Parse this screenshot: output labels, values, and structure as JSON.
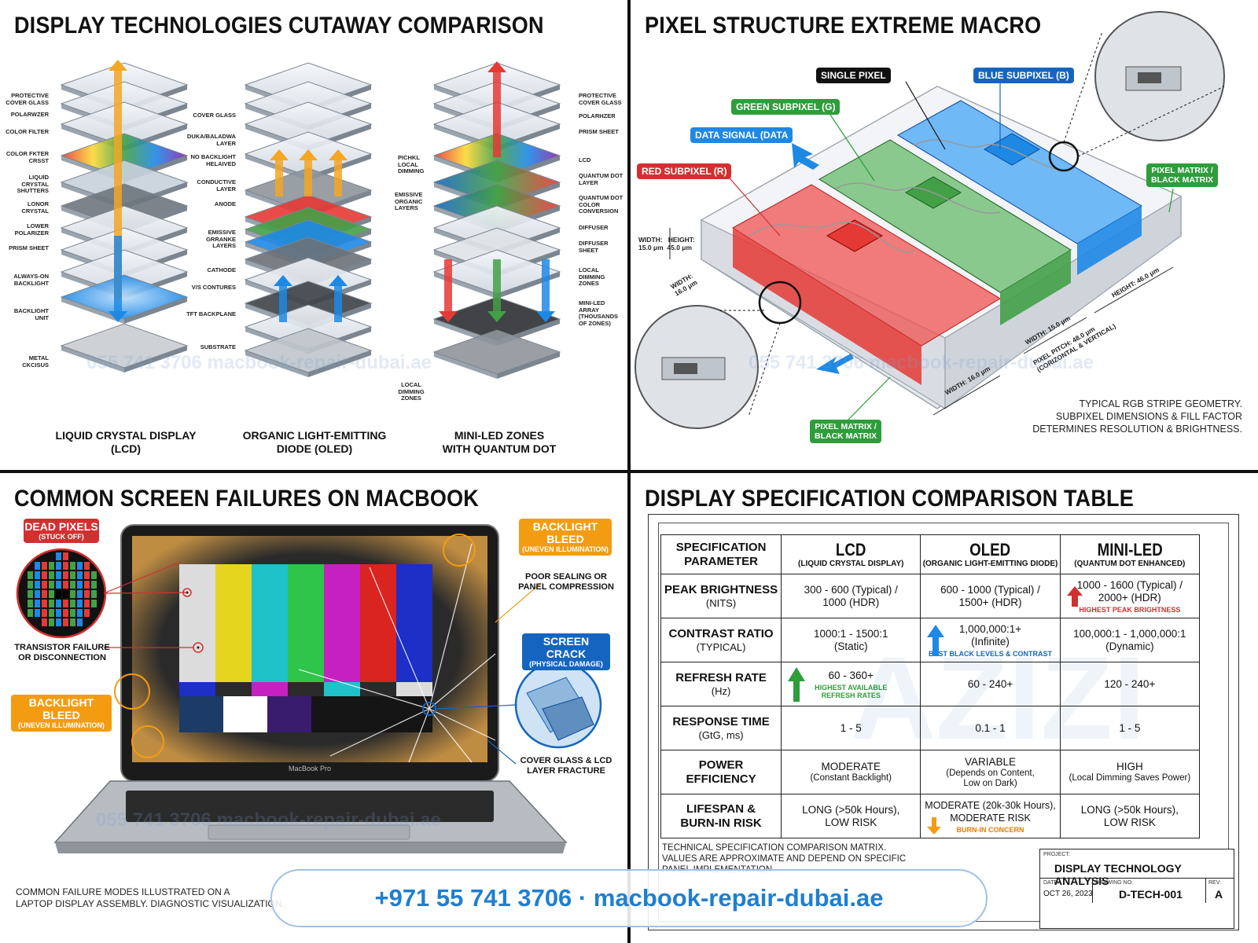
{
  "panels": {
    "cutaway": {
      "title": "DISPLAY TECHNOLOGIES CUTAWAY COMPARISON",
      "lcd": {
        "caption": "LIQUID CRYSTAL DISPLAY\n(LCD)",
        "labels": [
          "PROTECTIVE COVER GLASS",
          "POLARWZER",
          "COLOR FILTER",
          "COLOR FKTER CRSST",
          "LIQUID CRYSTAL SHUTTERS",
          "LONOR CRYSTAL",
          "LOWER POLARIZER",
          "PRISM SHEET",
          "ALWAYS-ON BACKLIGHT",
          "BACKLIGHT UNIT",
          "METAL CKCISUS"
        ]
      },
      "oled": {
        "caption": "ORGANIC LIGHT-EMITTING\nDIODE (OLED)",
        "labels": [
          "COVER GLASS",
          "DUKA/BALADWA LAYER",
          "NO BACKLIGHT HELAIVED",
          "CONDUCTIVE LAYER",
          "ANODE",
          "EMISSIVE GRRANKE LAYERS",
          "CATHODE",
          "V/S CONTURES",
          "TFT BACKPLANE",
          "SUBSTRATE"
        ],
        "right_labels": [
          "EMISSIVE ORGANIC LAYERS"
        ],
        "side_labels": [
          "PICHKL LOCAL DIMMING"
        ]
      },
      "miniled": {
        "caption": "MINI-LED ZONES\nWITH QUANTUM DOT",
        "labels": [
          "PROTECTIVE COVER GLASS",
          "POLARHZER",
          "PRISM SHEET",
          "LCD",
          "QUANTUM DOT LAYER",
          "QUANTUM DOT COLOR CONVERSION",
          "DIFFUSER",
          "DIFFUSER SHEET",
          "LOCAL DIMMING ZONES",
          "MINI-LED ARRAY (THOUSANDS OF ZONES)"
        ],
        "bottom_label": "LOCAL DIMMING ZONES"
      }
    },
    "pixel": {
      "title": "PIXEL STRUCTURE EXTREME MACRO",
      "callouts": {
        "single_pixel": "SINGLE PIXEL",
        "blue": "BLUE SUBPIXEL (B)",
        "green": "GREEN SUBPIXEL (G)",
        "data": "DATA SIGNAL (DATA",
        "red": "RED SUBPIXEL (R)",
        "matrix_right": "PIXEL MATRIX /\nBLACK MATRIX",
        "matrix_bottom": "PIXEL MATRIX /\nBLACK MATRIX"
      },
      "dimensions": {
        "wh": "WIDTH:   HEIGHT:\n15.0 μm  45.0 μm",
        "width_left": "WIDTH:\n16.0 μm",
        "width_bottom": "WIDTH: 16.0 μm",
        "width_mid": "WIDTH: 15.0 μm",
        "pitch": "PIXEL PITCH: 48.0 μm\n(CORIZONTAL & VERTICAL)",
        "height": "HEIGHT: 46.0 μm"
      },
      "note": "TYPICAL RGB STRIPE GEOMETRY.\nSUBPIXEL DIMENSIONS & FILL FACTOR\nDETERMINES RESOLUTION & BRIGHTNESS."
    },
    "failures": {
      "title": "COMMON SCREEN FAILURES ON MACBOOK",
      "dead_pixels": {
        "main": "DEAD PIXELS",
        "sub": "(STUCK OFF)"
      },
      "transistor": "TRANSISTOR FAILURE\nOR DISCONNECTION",
      "bleed_left": {
        "main": "BACKLIGHT BLEED",
        "sub": "(UNEVEN ILLUMINATION)"
      },
      "bleed_right": {
        "main": "BACKLIGHT\nBLEED",
        "sub": "(UNEVEN ILLUMINATION)"
      },
      "sealing": "POOR SEALING OR\nPANEL COMPRESSION",
      "crack": {
        "main": "SCREEN CRACK",
        "sub": "(PHYSICAL DAMAGE)"
      },
      "fracture": "COVER GLASS & LCD\nLAYER FRACTURE",
      "laptop_brand": "MacBook Pro",
      "note": "COMMON FAILURE MODES ILLUSTRATED ON A\nLAPTOP DISPLAY ASSEMBLY. DIAGNOSTIC VISUALIZATION."
    },
    "spec": {
      "title": "DISPLAY SPECIFICATION COMPARISON TABLE",
      "header": {
        "param": "SPECIFICATION\nPARAMETER",
        "cols": [
          {
            "main": "LCD",
            "sub": "(LIQUID CRYSTAL DISPLAY)"
          },
          {
            "main": "OLED",
            "sub": "(ORGANIC LIGHT-EMITTING DIODE)"
          },
          {
            "main": "MINI-LED",
            "sub": "(QUANTUM DOT ENHANCED)"
          }
        ]
      },
      "rows": [
        {
          "name": "PEAK BRIGHTNESS",
          "unit": "(NITS)",
          "lcd": "300 - 600 (Typical) /\n1000 (HDR)",
          "oled": "600 - 1000 (Typical) /\n1500+ (HDR)",
          "mini": "1000 - 1600 (Typical) /\n2000+ (HDR)",
          "mini_hl": "HIGHEST PEAK BRIGHTNESS"
        },
        {
          "name": "CONTRAST RATIO",
          "unit": "(TYPICAL)",
          "lcd": "1000:1 - 1500:1\n(Static)",
          "oled": "1,000,000:1+\n(Infinite)",
          "oled_hl": "BEST BLACK LEVELS & CONTRAST",
          "mini": "100,000:1 - 1,000,000:1\n(Dynamic)"
        },
        {
          "name": "REFRESH RATE",
          "unit": "(Hz)",
          "lcd": "60 - 360+",
          "lcd_hl": "HIGHEST AVAILABLE\nREFRESH RATES",
          "oled": "60 - 240+",
          "mini": "120 - 240+"
        },
        {
          "name": "RESPONSE TIME",
          "unit": "(GtG, ms)",
          "lcd": "1 - 5",
          "oled": "0.1 - 1",
          "mini": "1 - 5"
        },
        {
          "name": "POWER\nEFFICIENCY",
          "unit": "",
          "lcd": "MODERATE",
          "lcd_sub": "(Constant Backlight)",
          "oled": "VARIABLE",
          "oled_sub": "(Depends on Content,\nLow on Dark)",
          "mini": "HIGH",
          "mini_sub": "(Local Dimming Saves Power)"
        },
        {
          "name": "LIFESPAN &\nBURN-IN RISK",
          "unit": "",
          "lcd": "LONG (>50k Hours),\nLOW RISK",
          "oled": "MODERATE (20k-30k Hours),\nMODERATE RISK",
          "oled_hl": "BURN-IN CONCERN",
          "mini": "LONG (>50k Hours),\nLOW RISK"
        }
      ],
      "note": "TECHNICAL SPECIFICATION COMPARISON MATRIX.\nVALUES ARE APPROXIMATE AND DEPEND ON SPECIFIC\nPANEL IMPLEMENTATION.",
      "title_block": {
        "project_label": "PROJECT:",
        "project": "DISPLAY TECHNOLOGY ANALYSIS",
        "date_label": "DATE:",
        "date": "OCT 26, 2023",
        "drawing_label": "DRAWING NO:",
        "drawing": "D-TECH-001",
        "rev_label": "REV:",
        "rev": "A"
      }
    }
  },
  "contact": "+971 55 741 3706 · macbook-repair-dubai.ae",
  "watermark": {
    "brand": "AZIZI",
    "phone_site": "055 741 3706  macbook-repair-dubai.ae"
  },
  "colors": {
    "red": "#d32f2f",
    "green": "#2e9d3a",
    "blue": "#1565c0",
    "orange": "#f39c12",
    "link": "#1e7fd1"
  }
}
